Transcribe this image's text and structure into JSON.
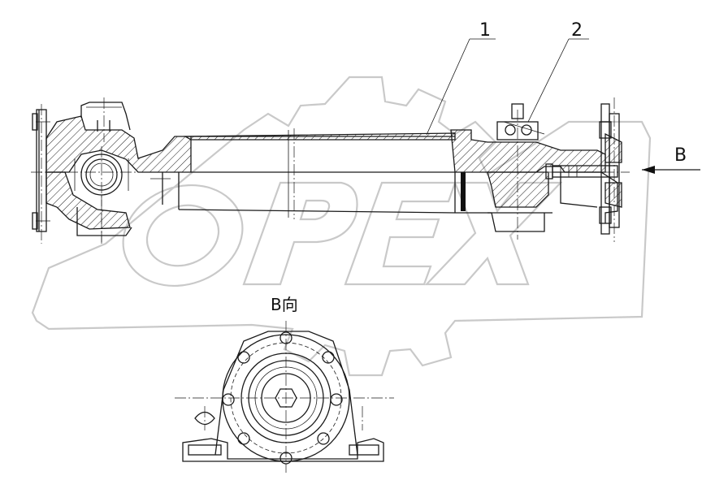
{
  "callouts": {
    "part1": "1",
    "part2": "2",
    "view_arrow": "B"
  },
  "view_title": "B向",
  "watermark": "OPEX",
  "colors": {
    "line": "#1a1a1a",
    "watermark": "#c9c9c9",
    "background": "#ffffff"
  }
}
